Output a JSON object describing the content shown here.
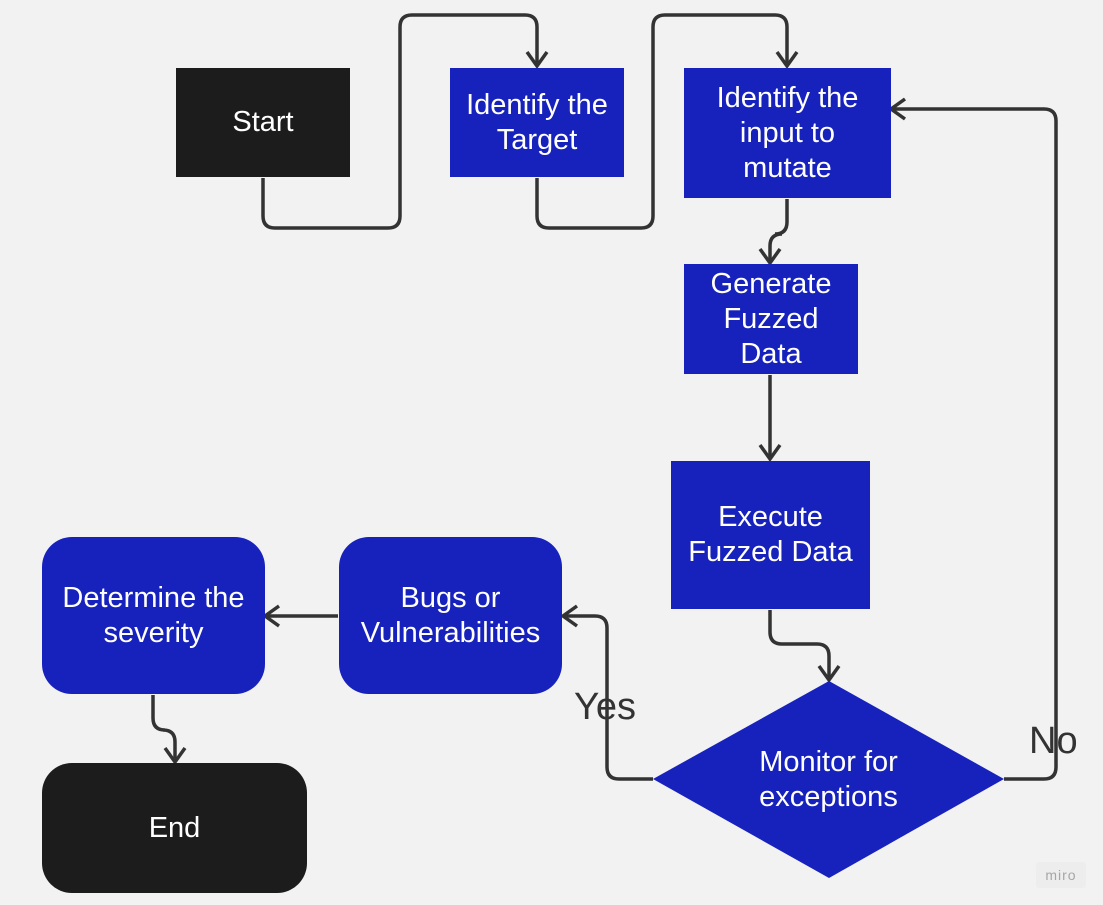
{
  "nodes": {
    "start": "Start",
    "identify_target": "Identify the\nTarget",
    "identify_input": "Identify the\ninput to\nmutate",
    "generate_fuzzed": "Generate\nFuzzed\nData",
    "execute_fuzzed": "Execute\nFuzzed Data",
    "monitor": "Monitor for\nexceptions",
    "bugs": "Bugs or\nVulnerabilities",
    "severity": "Determine the\nseverity",
    "end": "End"
  },
  "edges": {
    "yes_label": "Yes",
    "no_label": "No"
  },
  "watermark": "miro",
  "colors": {
    "process_fill": "#1722bd",
    "terminal_fill": "#1c1c1c",
    "connector": "#333333",
    "background": "#f2f2f3"
  }
}
